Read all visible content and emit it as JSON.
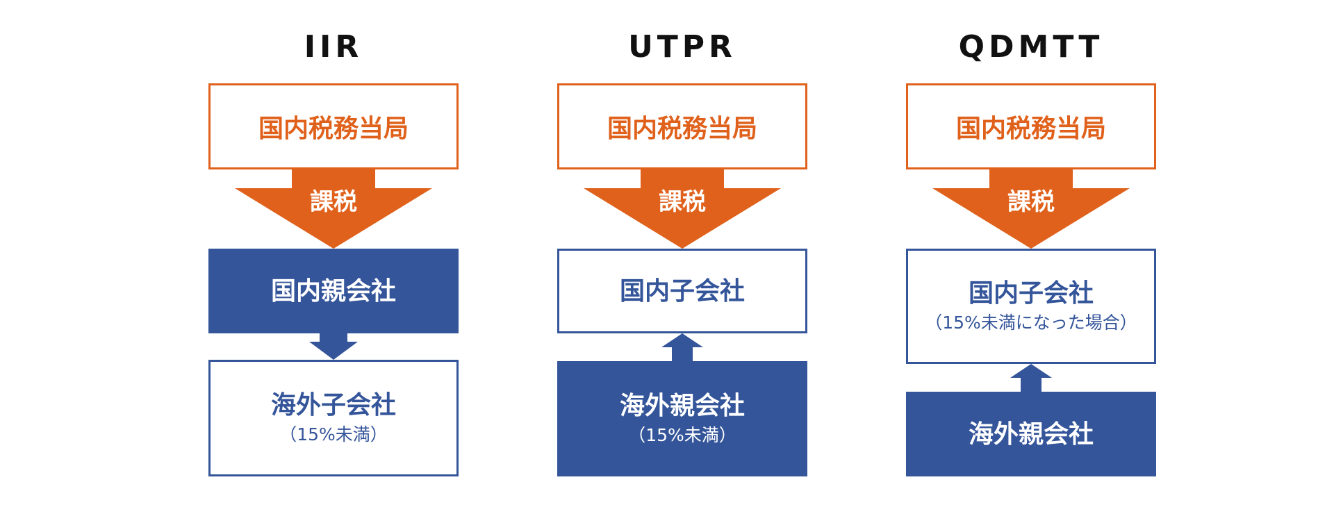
{
  "columns": [
    {
      "title": "IIR",
      "authority": "国内税務当局",
      "tax_label": "課税",
      "box1": {
        "name": "国内親会社",
        "sub": ""
      },
      "box2": {
        "name": "海外子会社",
        "sub": "（15%未満）"
      }
    },
    {
      "title": "UTPR",
      "authority": "国内税務当局",
      "tax_label": "課税",
      "box1": {
        "name": "国内子会社",
        "sub": ""
      },
      "box2": {
        "name": "海外親会社",
        "sub": "（15%未満）"
      }
    },
    {
      "title": "QDMTT",
      "authority": "国内税務当局",
      "tax_label": "課税",
      "box1": {
        "name": "国内子会社",
        "sub": "（15%未満になった場合）"
      },
      "box2": {
        "name": "海外親会社",
        "sub": ""
      }
    }
  ],
  "colors": {
    "orange": "#E0611B",
    "blue": "#34559A",
    "white": "#FFFFFF"
  }
}
